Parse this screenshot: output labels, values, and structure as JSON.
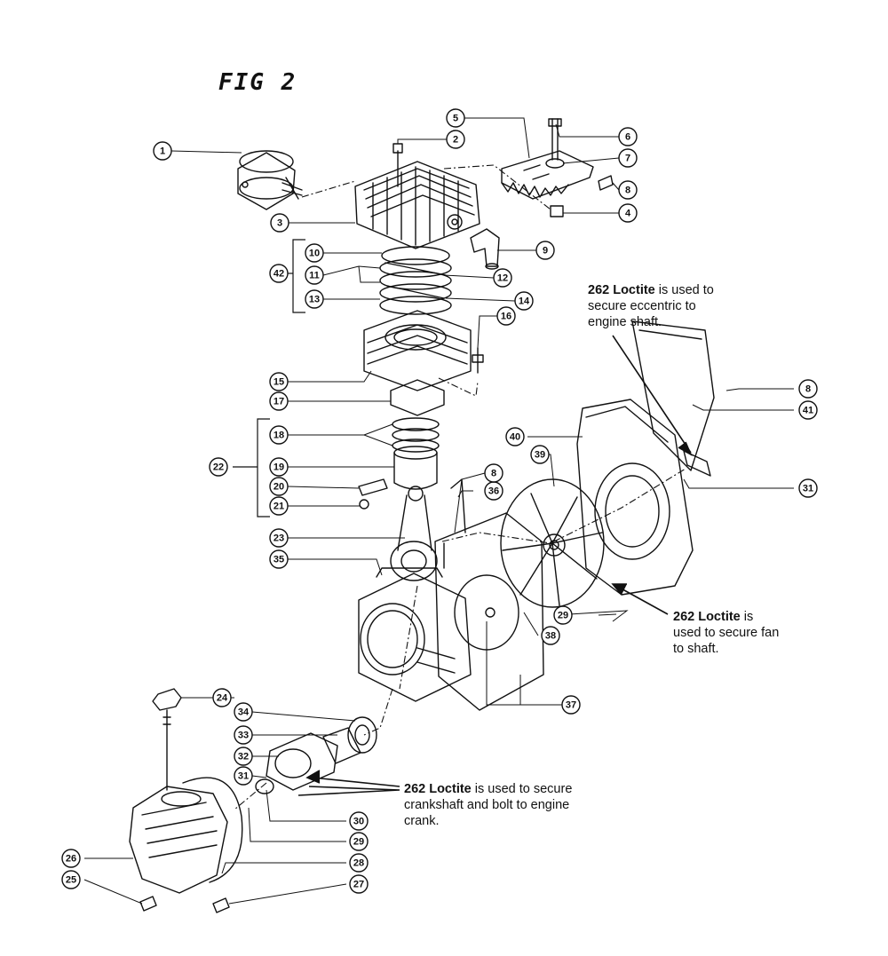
{
  "figure": {
    "title": "FIG 2"
  },
  "notes": [
    {
      "id": "eccentric",
      "bold": "262 Loctite",
      "rest": " is used to",
      "line2": "secure eccentric to",
      "line3": "engine shaft."
    },
    {
      "id": "fan",
      "bold": "262 Loctite",
      "rest": " is",
      "line2": "used to secure fan",
      "line3": "to shaft."
    },
    {
      "id": "crankshaft",
      "bold": "262 Loctite",
      "rest": " is used to secure",
      "line2": "crankshaft and bolt to engine",
      "line3": "crank."
    }
  ],
  "callouts": [
    "1",
    "2",
    "3",
    "4",
    "5",
    "6",
    "7",
    "8",
    "9",
    "10",
    "11",
    "12",
    "13",
    "14",
    "15",
    "16",
    "17",
    "18",
    "19",
    "20",
    "21",
    "22",
    "23",
    "24",
    "25",
    "26",
    "27",
    "28",
    "29",
    "30",
    "31",
    "32",
    "33",
    "34",
    "35",
    "36",
    "37",
    "38",
    "39",
    "40",
    "41",
    "42",
    "8",
    "8",
    "29",
    "31"
  ]
}
